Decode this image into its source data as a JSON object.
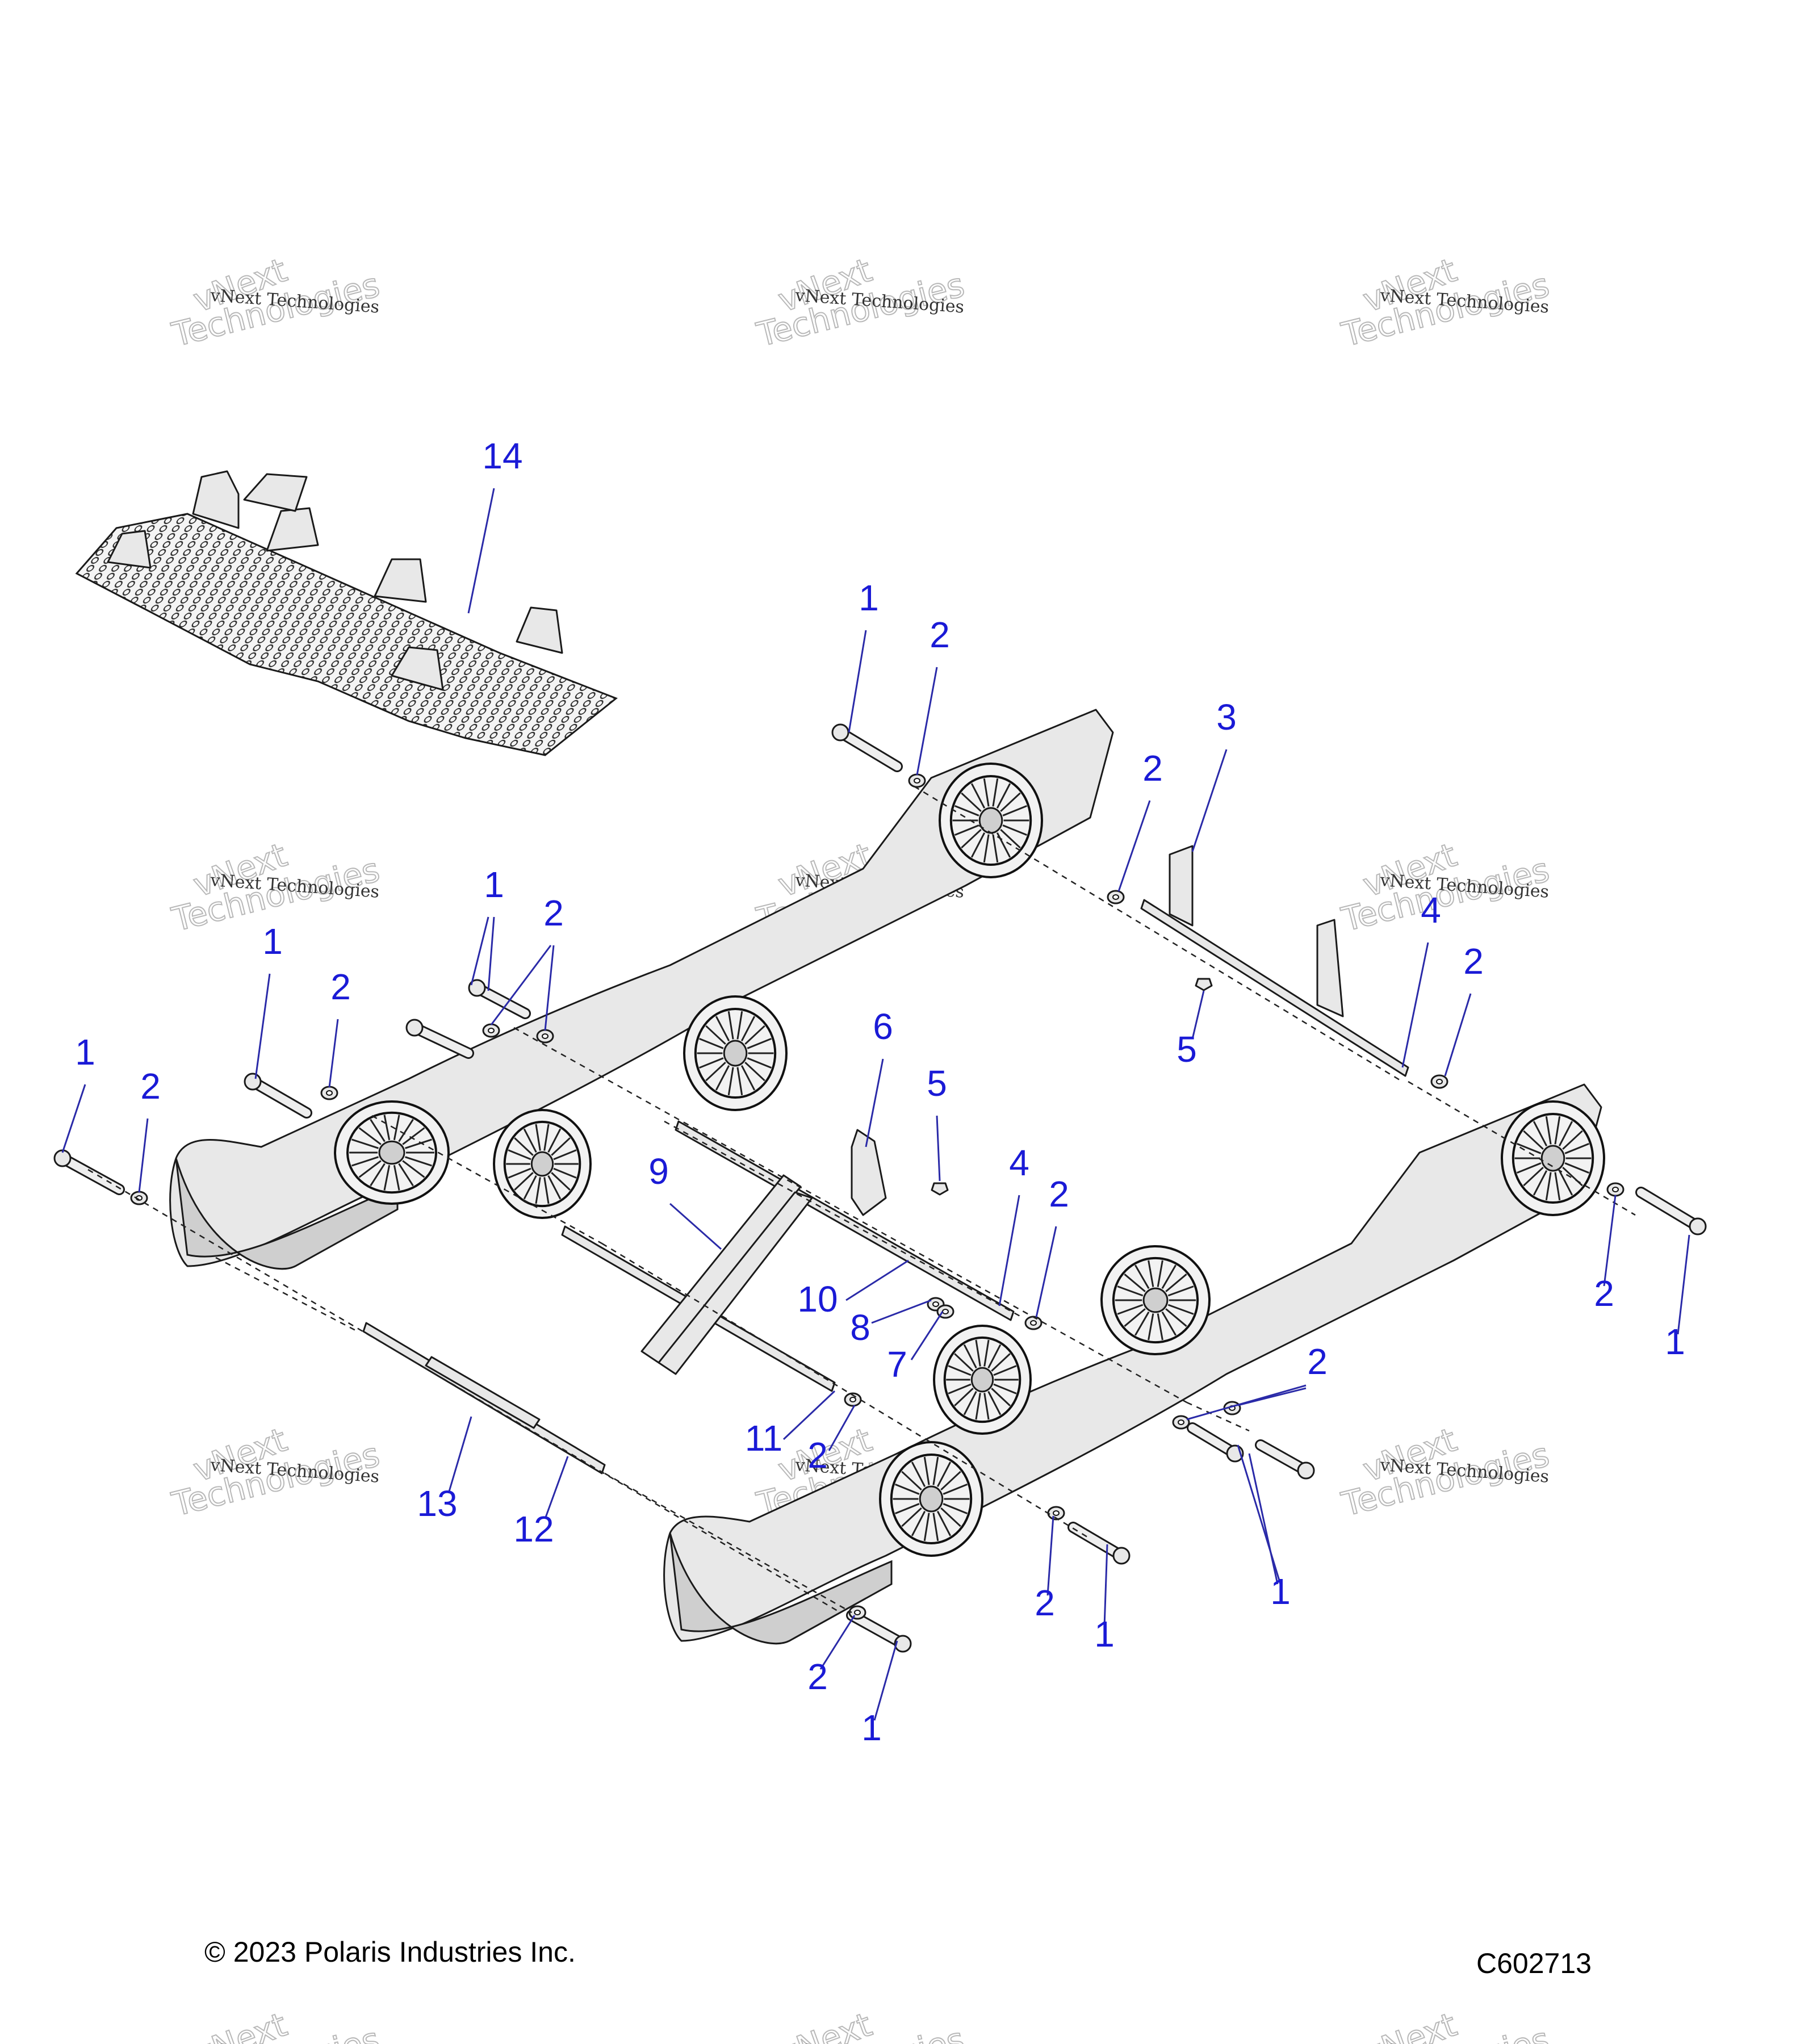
{
  "callouts": [
    {
      "id": "c14",
      "text": "14"
    },
    {
      "id": "c1a",
      "text": "1"
    },
    {
      "id": "c2a",
      "text": "2"
    },
    {
      "id": "c3",
      "text": "3"
    },
    {
      "id": "c2b",
      "text": "2"
    },
    {
      "id": "c4a",
      "text": "4"
    },
    {
      "id": "c2c",
      "text": "2"
    },
    {
      "id": "c5a",
      "text": "5"
    },
    {
      "id": "c1b",
      "text": "1"
    },
    {
      "id": "c2d",
      "text": "2"
    },
    {
      "id": "c1c",
      "text": "1"
    },
    {
      "id": "c2e",
      "text": "2"
    },
    {
      "id": "c1d",
      "text": "1"
    },
    {
      "id": "c2f",
      "text": "2"
    },
    {
      "id": "c6",
      "text": "6"
    },
    {
      "id": "c5b",
      "text": "5"
    },
    {
      "id": "c9",
      "text": "9"
    },
    {
      "id": "c4b",
      "text": "4"
    },
    {
      "id": "c2g",
      "text": "2"
    },
    {
      "id": "c10",
      "text": "10"
    },
    {
      "id": "c8",
      "text": "8"
    },
    {
      "id": "c7",
      "text": "7"
    },
    {
      "id": "c2h",
      "text": "2"
    },
    {
      "id": "c1e",
      "text": "1"
    },
    {
      "id": "c2i",
      "text": "2"
    },
    {
      "id": "c11",
      "text": "11"
    },
    {
      "id": "c2j",
      "text": "2"
    },
    {
      "id": "c13",
      "text": "13"
    },
    {
      "id": "c12",
      "text": "12"
    },
    {
      "id": "c1f",
      "text": "1"
    },
    {
      "id": "c2k",
      "text": "2"
    },
    {
      "id": "c1g",
      "text": "1"
    },
    {
      "id": "c2l",
      "text": "2"
    },
    {
      "id": "c1h",
      "text": "1"
    }
  ],
  "watermark": {
    "line1": "vNext Technologies",
    "line2a": "vNext",
    "line2b": "Technologies"
  },
  "footer": {
    "copyright": "© 2023 Polaris Industries Inc.",
    "figure_id": "C602713"
  }
}
